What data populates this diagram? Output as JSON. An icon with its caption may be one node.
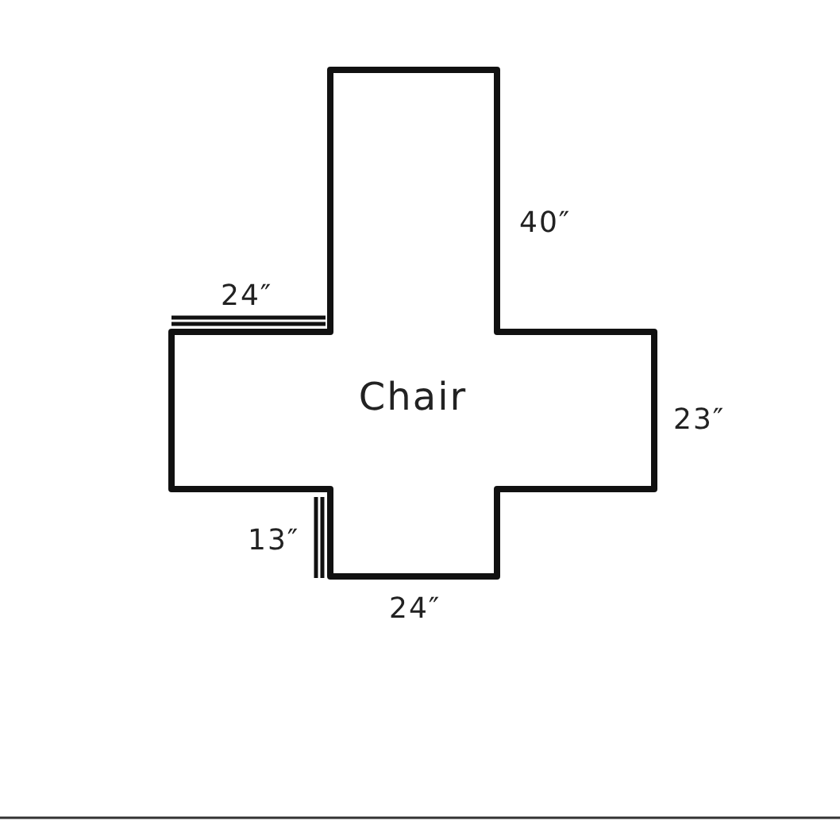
{
  "diagram": {
    "nodes": [
      {
        "text": [
          "Chair"
        ]
      }
    ],
    "labels": [
      "40″",
      "24″",
      "23″",
      "13″",
      "24″"
    ]
  }
}
